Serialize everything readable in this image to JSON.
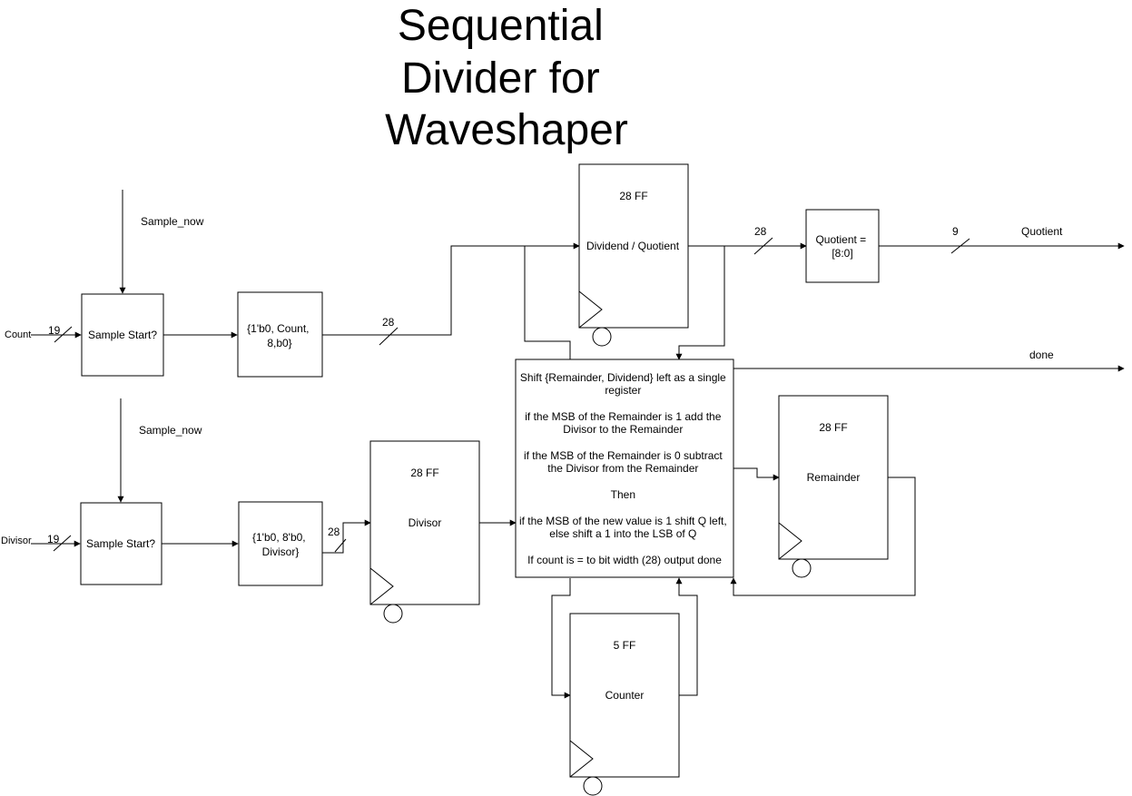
{
  "title": [
    "Sequential",
    "Divider for",
    "Waveshaper"
  ],
  "inputs": {
    "count": "Count",
    "divisor": "Divisor",
    "sample_now_top": "Sample_now",
    "sample_now_bottom": "Sample_now"
  },
  "bus_widths": {
    "count_in": "19",
    "divisor_in": "19",
    "count_ext": "28",
    "divisor_ext": "28",
    "quotient_reg_out": "28",
    "quotient_out": "9"
  },
  "blocks": {
    "sample_start_top": [
      "Sample Start?"
    ],
    "sample_start_bottom": [
      "Sample Start?"
    ],
    "concat_count": [
      "{1'b0, Count,",
      "8,b0}"
    ],
    "concat_divisor": [
      "{1'b0, 8'b0,",
      "Divisor}"
    ],
    "dividend": {
      "size": "28 FF",
      "name": "Dividend / Quotient"
    },
    "divisor": {
      "size": "28 FF",
      "name": "Divisor"
    },
    "remainder": {
      "size": "28 FF",
      "name": "Remainder"
    },
    "counter": {
      "size": "5 FF",
      "name": "Counter"
    },
    "quotient_slice": [
      "Quotient =",
      "[8:0]"
    ],
    "logic": [
      "Shift {Remainder, Dividend} left as a single",
      "register",
      "",
      "if the MSB of the Remainder is 1 add the",
      "Divisor to the Remainder",
      "",
      "if the MSB of the Remainder is 0 subtract",
      "the Divisor from the Remainder",
      "",
      "Then",
      "",
      "if the MSB of the new value is 1 shift Q left,",
      "else shift a 1 into the LSB of Q",
      "",
      "If count is = to bit width (28) output done"
    ]
  },
  "outputs": {
    "quotient": "Quotient",
    "done": "done"
  }
}
